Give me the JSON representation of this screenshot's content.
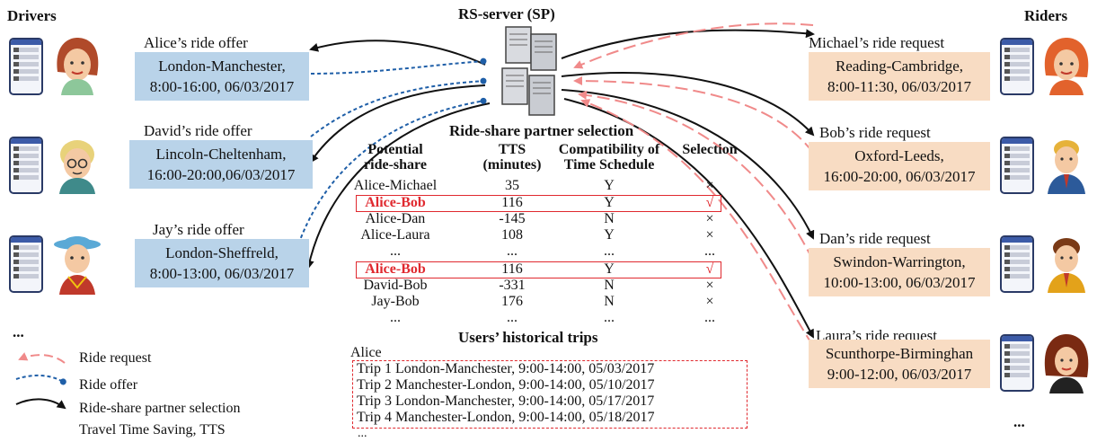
{
  "headers": {
    "drivers": "Drivers",
    "riders": "Riders",
    "server": "RS-server (SP)"
  },
  "drivers": [
    {
      "title": "Alice’s ride offer",
      "route": "London-Manchester,",
      "time": "8:00-16:00, 06/03/2017"
    },
    {
      "title": "David’s ride offer",
      "route": "Lincoln-Cheltenham,",
      "time": "16:00-20:00,06/03/2017"
    },
    {
      "title": "Jay’s ride offer",
      "route": "London-Sheffreld,",
      "time": "8:00-13:00, 06/03/2017"
    }
  ],
  "drivers_more": "...",
  "riders": [
    {
      "title": "Michael’s ride request",
      "route": "Reading-Cambridge,",
      "time": "8:00-11:30, 06/03/2017"
    },
    {
      "title": "Bob’s ride request",
      "route": "Oxford-Leeds,",
      "time": "16:00-20:00, 06/03/2017"
    },
    {
      "title": "Dan’s ride request",
      "route": "Swindon-Warrington,",
      "time": "10:00-13:00, 06/03/2017"
    },
    {
      "title": "Laura’s ride request",
      "route": "Scunthorpe-Birminghan",
      "time": "9:00-12:00, 06/03/2017"
    }
  ],
  "riders_more": "...",
  "selection": {
    "title": "Ride-share partner selection",
    "col_headers": {
      "pair_1": "Potential",
      "pair_2": "ride-share",
      "tts_1": "TTS",
      "tts_2": "(minutes)",
      "compat_1": "Compatibility of",
      "compat_2": "Time Schedule",
      "sel": "Selection"
    },
    "rows": [
      {
        "pair": "Alice-Michael",
        "tts": "35",
        "compat": "Y",
        "sel": "×"
      },
      {
        "pair": "Alice-Bob",
        "tts": "116",
        "compat": "Y",
        "sel": "√"
      },
      {
        "pair": "Alice-Dan",
        "tts": "-145",
        "compat": "N",
        "sel": "×"
      },
      {
        "pair": "Alice-Laura",
        "tts": "108",
        "compat": "Y",
        "sel": "×"
      },
      {
        "pair": "...",
        "tts": "...",
        "compat": "...",
        "sel": "..."
      },
      {
        "pair": "Alice-Bob",
        "tts": "116",
        "compat": "Y",
        "sel": "√"
      },
      {
        "pair": "David-Bob",
        "tts": "-331",
        "compat": "N",
        "sel": "×"
      },
      {
        "pair": "Jay-Bob",
        "tts": "176",
        "compat": "N",
        "sel": "×"
      },
      {
        "pair": "...",
        "tts": "...",
        "compat": "...",
        "sel": "..."
      }
    ]
  },
  "history": {
    "title": "Users’ historical trips",
    "user": "Alice",
    "trips": [
      "Trip 1 London-Manchester, 9:00-14:00, 05/03/2017",
      "Trip 2 Manchester-London, 9:00-14:00, 05/10/2017",
      "Trip 3 London-Manchester, 9:00-14:00, 05/17/2017",
      "Trip 4 Manchester-London, 9:00-14:00, 05/18/2017"
    ],
    "more": "..."
  },
  "legend": {
    "request": "Ride request",
    "offer": "Ride offer",
    "selection": "Ride-share partner selection",
    "tts": "Travel Time Saving, TTS"
  },
  "colors": {
    "offer_box": "#b9d3e9",
    "request_box": "#f8dcc3",
    "highlight": "#e0292f",
    "offer_arrow": "#1f5fa8",
    "request_arrow": "#f08a8a"
  }
}
